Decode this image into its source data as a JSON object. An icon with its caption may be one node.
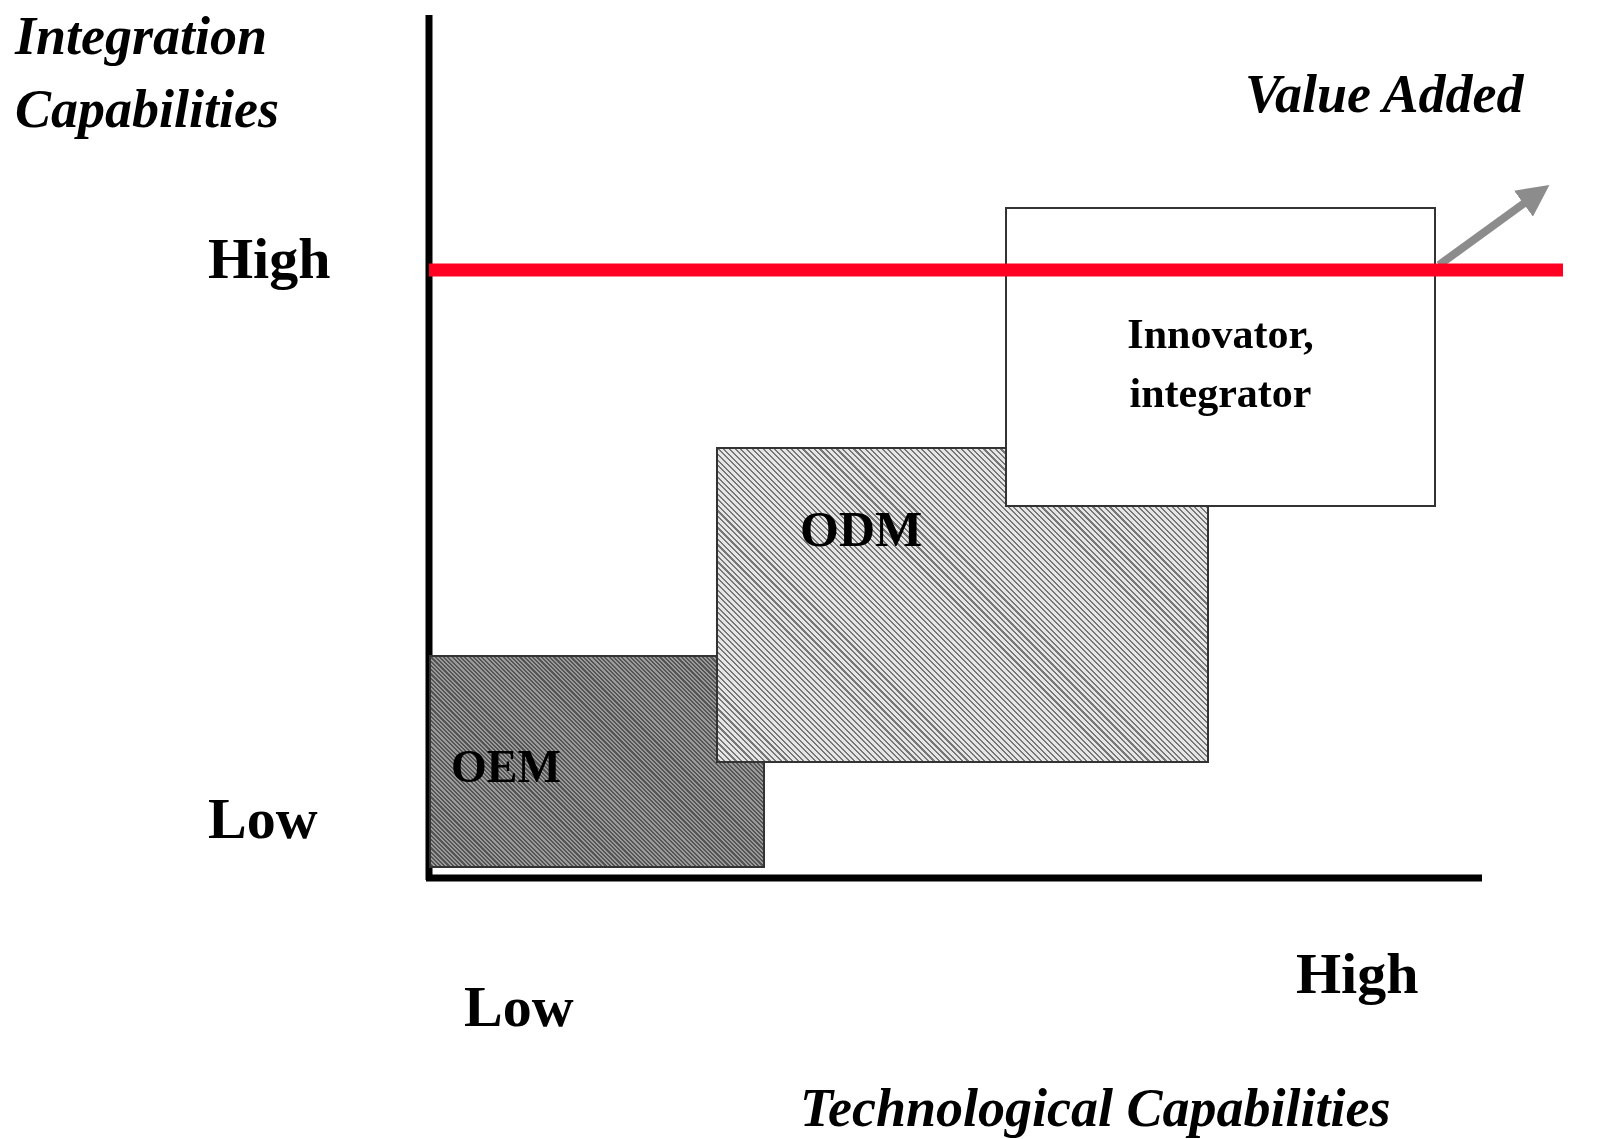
{
  "diagram": {
    "nodes": [
      {
        "text": [
          "OEM"
        ]
      },
      {
        "text": [
          "ODM"
        ]
      },
      {
        "text": [
          "Innovator, integrator"
        ]
      }
    ],
    "edges": [],
    "labels": [
      "Integration Capabilities",
      "Value Added",
      "High",
      "Low",
      "Low",
      "High",
      "Technological Capabilities"
    ]
  }
}
